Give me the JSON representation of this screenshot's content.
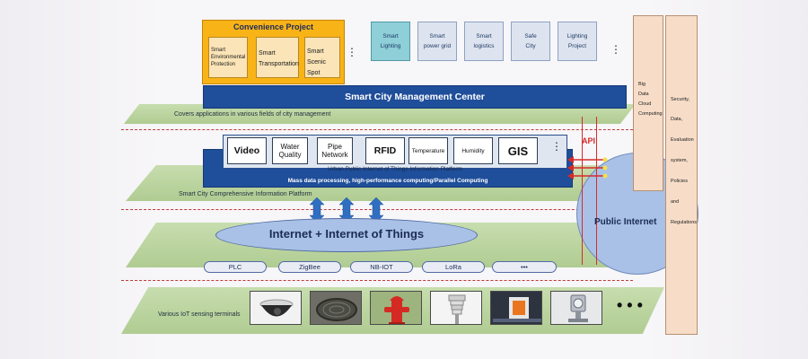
{
  "convenience_project": {
    "title": "Convenience Project",
    "items": [
      [
        "Smart",
        "Environmental",
        "Protection"
      ],
      [
        "Smart",
        "Transportation"
      ],
      [
        "Smart",
        "Scenic Spot"
      ]
    ],
    "more": "⋮"
  },
  "pillars": [
    {
      "lines": [
        "Smart",
        "Lighting"
      ]
    },
    {
      "lines": [
        "Smart",
        "power grid"
      ]
    },
    {
      "lines": [
        "Smart",
        "logistics"
      ]
    },
    {
      "lines": [
        "Safe",
        "City"
      ]
    },
    {
      "lines": [
        "Lighting",
        "Project"
      ]
    }
  ],
  "pillars_more": "⋮",
  "management_center": "Smart City Management Center",
  "layer_labels": {
    "top": "Covers applications in various fields of city management",
    "platform": "Smart City Comprehensive Information Platform",
    "sensing": "Various IoT sensing terminals"
  },
  "iot_items": [
    {
      "label": "Video",
      "size": "big"
    },
    {
      "label": "Water Quality",
      "size": "mid"
    },
    {
      "label": "Pipe Network",
      "size": "mid"
    },
    {
      "label": "RFID",
      "size": "big"
    },
    {
      "label": "Temperature",
      "size": "small"
    },
    {
      "label": "Humidity",
      "size": "small"
    },
    {
      "label": "GIS",
      "size": "xl"
    }
  ],
  "iot_more": "⋮",
  "iot_platform_label": "Urban Public Internet of Things Information Platform",
  "mass_data": "Mass data processing, high-performance computing/Parallel Computing",
  "api_label": "API",
  "internet_iot": "Internet + Internet of Things",
  "public_internet": "Public Internet",
  "big_data": [
    "Big",
    "Data",
    "Cloud",
    "Computing"
  ],
  "security": [
    "Security,",
    "Data,",
    "Evaluation",
    "system,",
    "Policies",
    "and",
    "Regulations"
  ],
  "protocols": [
    "PLC",
    "ZigBee",
    "NB-IOT",
    "LoRa",
    "•••"
  ],
  "sensors": [
    "dome-camera",
    "manhole-cover",
    "fire-hydrant",
    "environment-sensor",
    "traffic-camera",
    "pressure-gauge"
  ],
  "sensors_more": "• • •",
  "colors": {
    "green_platform": "#b6d19a",
    "management_blue": "#1f4e9a",
    "project_orange": "#f8b317",
    "pillar_teal": "#8ecfd8",
    "right_column": "#f7ddc8",
    "ellipse_blue": "#a9c1e6",
    "api_red": "#d62b2b"
  }
}
